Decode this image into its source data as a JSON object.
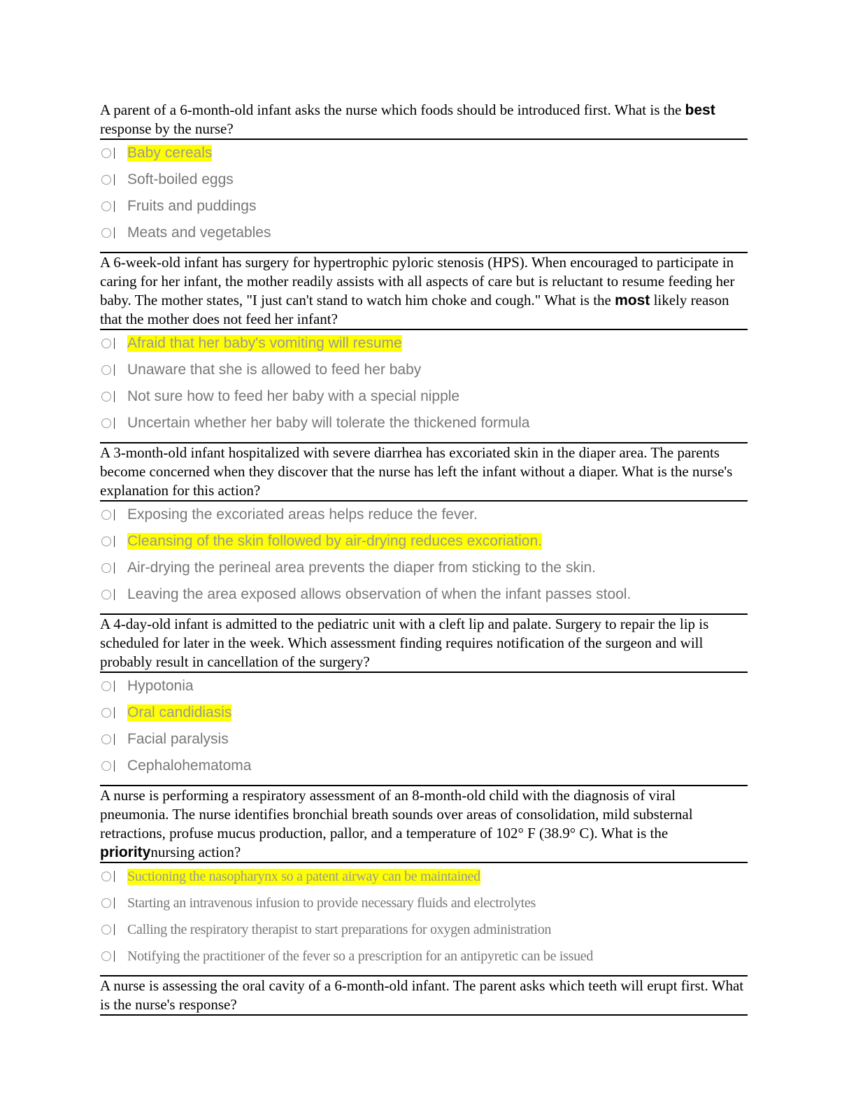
{
  "questions": [
    {
      "stem_pre": "A parent of a 6-month-old infant asks the nurse which foods should be introduced first. What is the ",
      "keyword": "best",
      "stem_post": " response by the nurse?",
      "options": [
        "Baby cereals",
        "Soft-boiled eggs",
        "Fruits and puddings",
        "Meats and vegetables"
      ],
      "highlighted": 0
    },
    {
      "stem_pre": "A 6-week-old infant has surgery for hypertrophic pyloric stenosis (HPS). When encouraged to participate in caring for her infant, the mother readily assists with all aspects of care but is reluctant to resume feeding her baby. The mother states, \"I just can't stand to watch him choke and cough.\" What is the ",
      "keyword": "most",
      "stem_post": " likely reason that the mother does not feed her infant?",
      "options": [
        "Afraid that her baby's vomiting will resume",
        "Unaware that she is allowed to feed her baby",
        "Not sure how to feed her baby with a special nipple",
        "Uncertain whether her baby will tolerate the thickened formula"
      ],
      "highlighted": 0
    },
    {
      "stem_pre": "A 3-month-old infant hospitalized with severe diarrhea has excoriated skin in the diaper area. The parents become concerned when they discover that the nurse has left the infant without a diaper. What is the nurse's explanation for this action?",
      "keyword": "",
      "stem_post": "",
      "options": [
        "Exposing the excoriated areas helps reduce the fever.",
        "Cleansing of the skin followed by air-drying reduces excoriation.",
        "Air-drying the perineal area prevents the diaper from sticking to the skin.",
        "Leaving the area exposed allows observation of when the infant passes stool."
      ],
      "highlighted": 1
    },
    {
      "stem_pre": "A 4-day-old infant is admitted to the pediatric unit with a cleft lip and palate. Surgery to repair the lip is scheduled for later in the week. Which assessment finding requires notification of the surgeon and will probably result in cancellation of the surgery?",
      "keyword": "",
      "stem_post": "",
      "options": [
        "Hypotonia",
        "Oral candidiasis",
        "Facial paralysis",
        "Cephalohematoma"
      ],
      "highlighted": 1
    },
    {
      "stem_pre": "A nurse is performing a respiratory assessment of an 8-month-old child with the diagnosis of viral pneumonia. The nurse identifies bronchial breath sounds over areas of consolidation, mild substernal retractions, profuse mucus production, pallor, and a temperature of 102° F (38.9° C). What is the ",
      "keyword": "priority",
      "stem_post": "nursing action?",
      "options": [
        "Suctioning the nasopharynx so a patent airway can be maintained",
        "Starting an intravenous infusion to provide necessary fluids and electrolytes",
        "Calling the respiratory therapist to start preparations for oxygen administration",
        "Notifying the practitioner of the fever so a prescription for an antipyretic can be issued"
      ],
      "highlighted": 0,
      "serif_options": true
    },
    {
      "stem_pre": "A nurse is assessing the oral cavity of a 6-month-old infant. The parent asks which teeth will erupt first. What is the nurse's response?",
      "keyword": "",
      "stem_post": "",
      "options": [],
      "highlighted": -1
    }
  ]
}
